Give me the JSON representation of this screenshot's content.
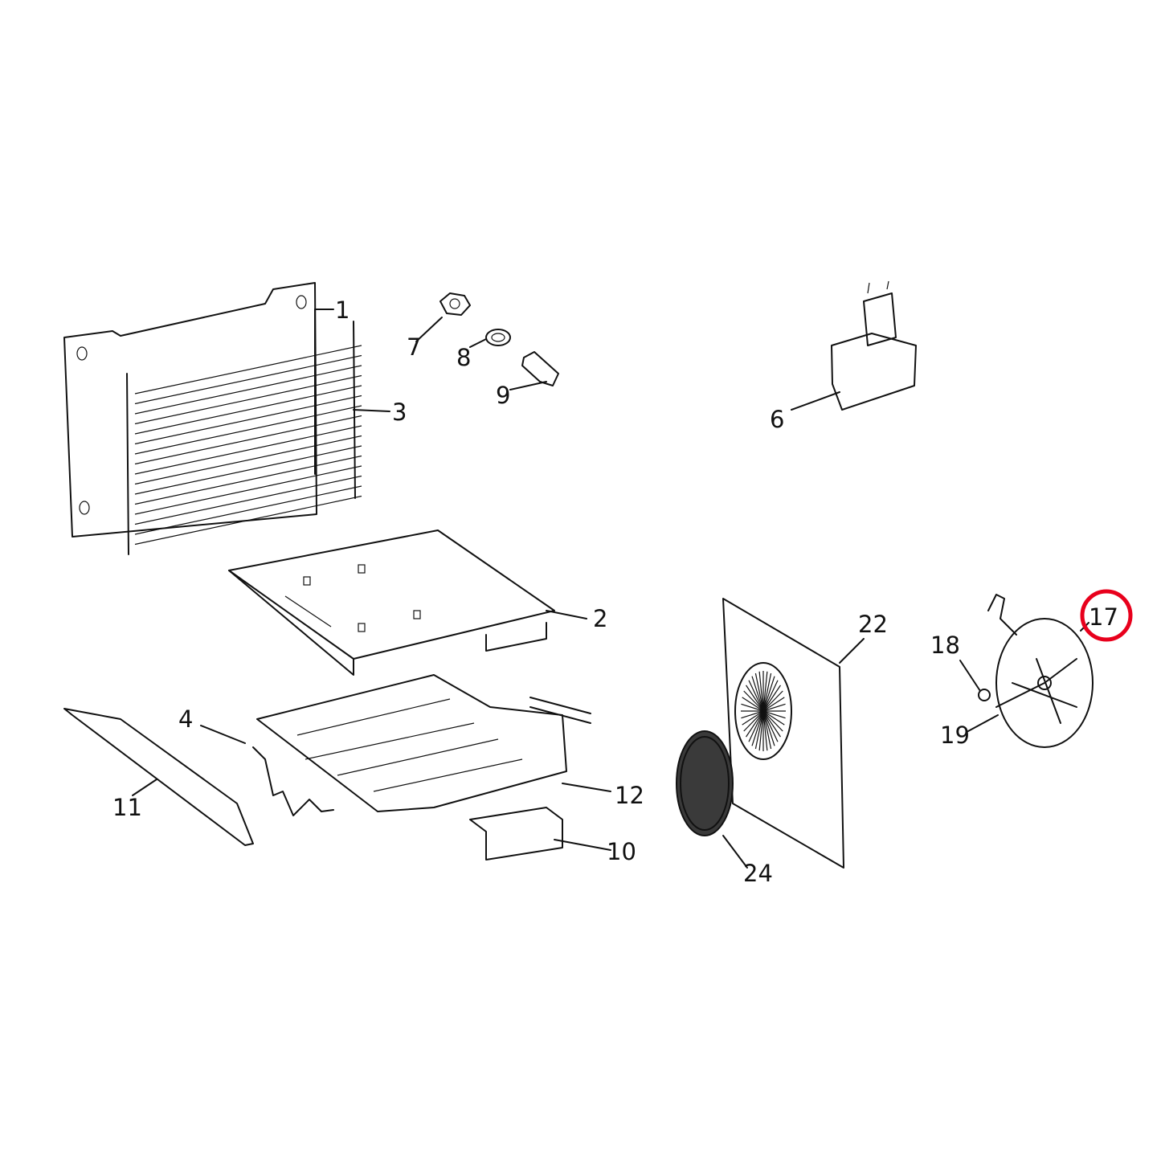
{
  "highlight_color": "#e8001c",
  "highlighted_part": "17",
  "callouts": [
    {
      "id": "c1",
      "label": "1"
    },
    {
      "id": "c2",
      "label": "2"
    },
    {
      "id": "c3",
      "label": "3"
    },
    {
      "id": "c4",
      "label": "4"
    },
    {
      "id": "c6",
      "label": "6"
    },
    {
      "id": "c7",
      "label": "7"
    },
    {
      "id": "c8",
      "label": "8"
    },
    {
      "id": "c9",
      "label": "9"
    },
    {
      "id": "c10",
      "label": "10"
    },
    {
      "id": "c11",
      "label": "11"
    },
    {
      "id": "c12",
      "label": "12"
    },
    {
      "id": "c17",
      "label": "17"
    },
    {
      "id": "c18",
      "label": "18"
    },
    {
      "id": "c19",
      "label": "19"
    },
    {
      "id": "c22",
      "label": "22"
    },
    {
      "id": "c24",
      "label": "24"
    }
  ]
}
